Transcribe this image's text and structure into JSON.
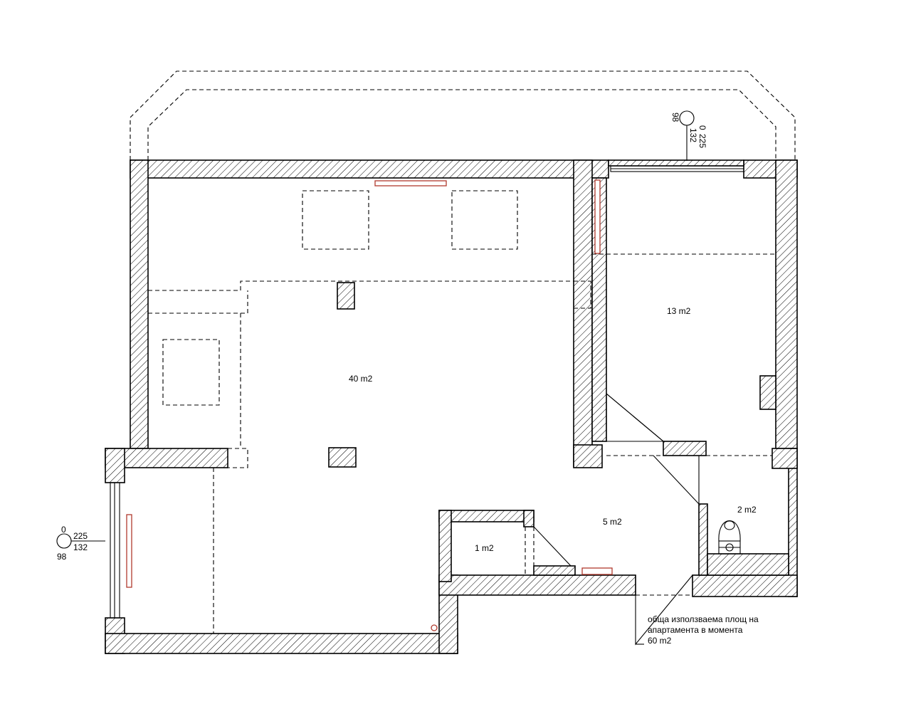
{
  "rooms": {
    "living": "40 m2",
    "bedroom": "13 m2",
    "hall": "5 m2",
    "bath": "2 m2",
    "storage": "1 m2"
  },
  "window_marks": {
    "top": {
      "a": "0",
      "b": "98",
      "c": "225",
      "d": "132"
    },
    "left": {
      "a": "0",
      "b": "225",
      "c": "132",
      "d": "98"
    }
  },
  "note": {
    "line1": "обща използваема площ на",
    "line2": "апартамента в момента",
    "line3": "60 m2"
  },
  "colors": {
    "line": "#000000",
    "radiator": "#b03a2e",
    "background": "#ffffff"
  }
}
